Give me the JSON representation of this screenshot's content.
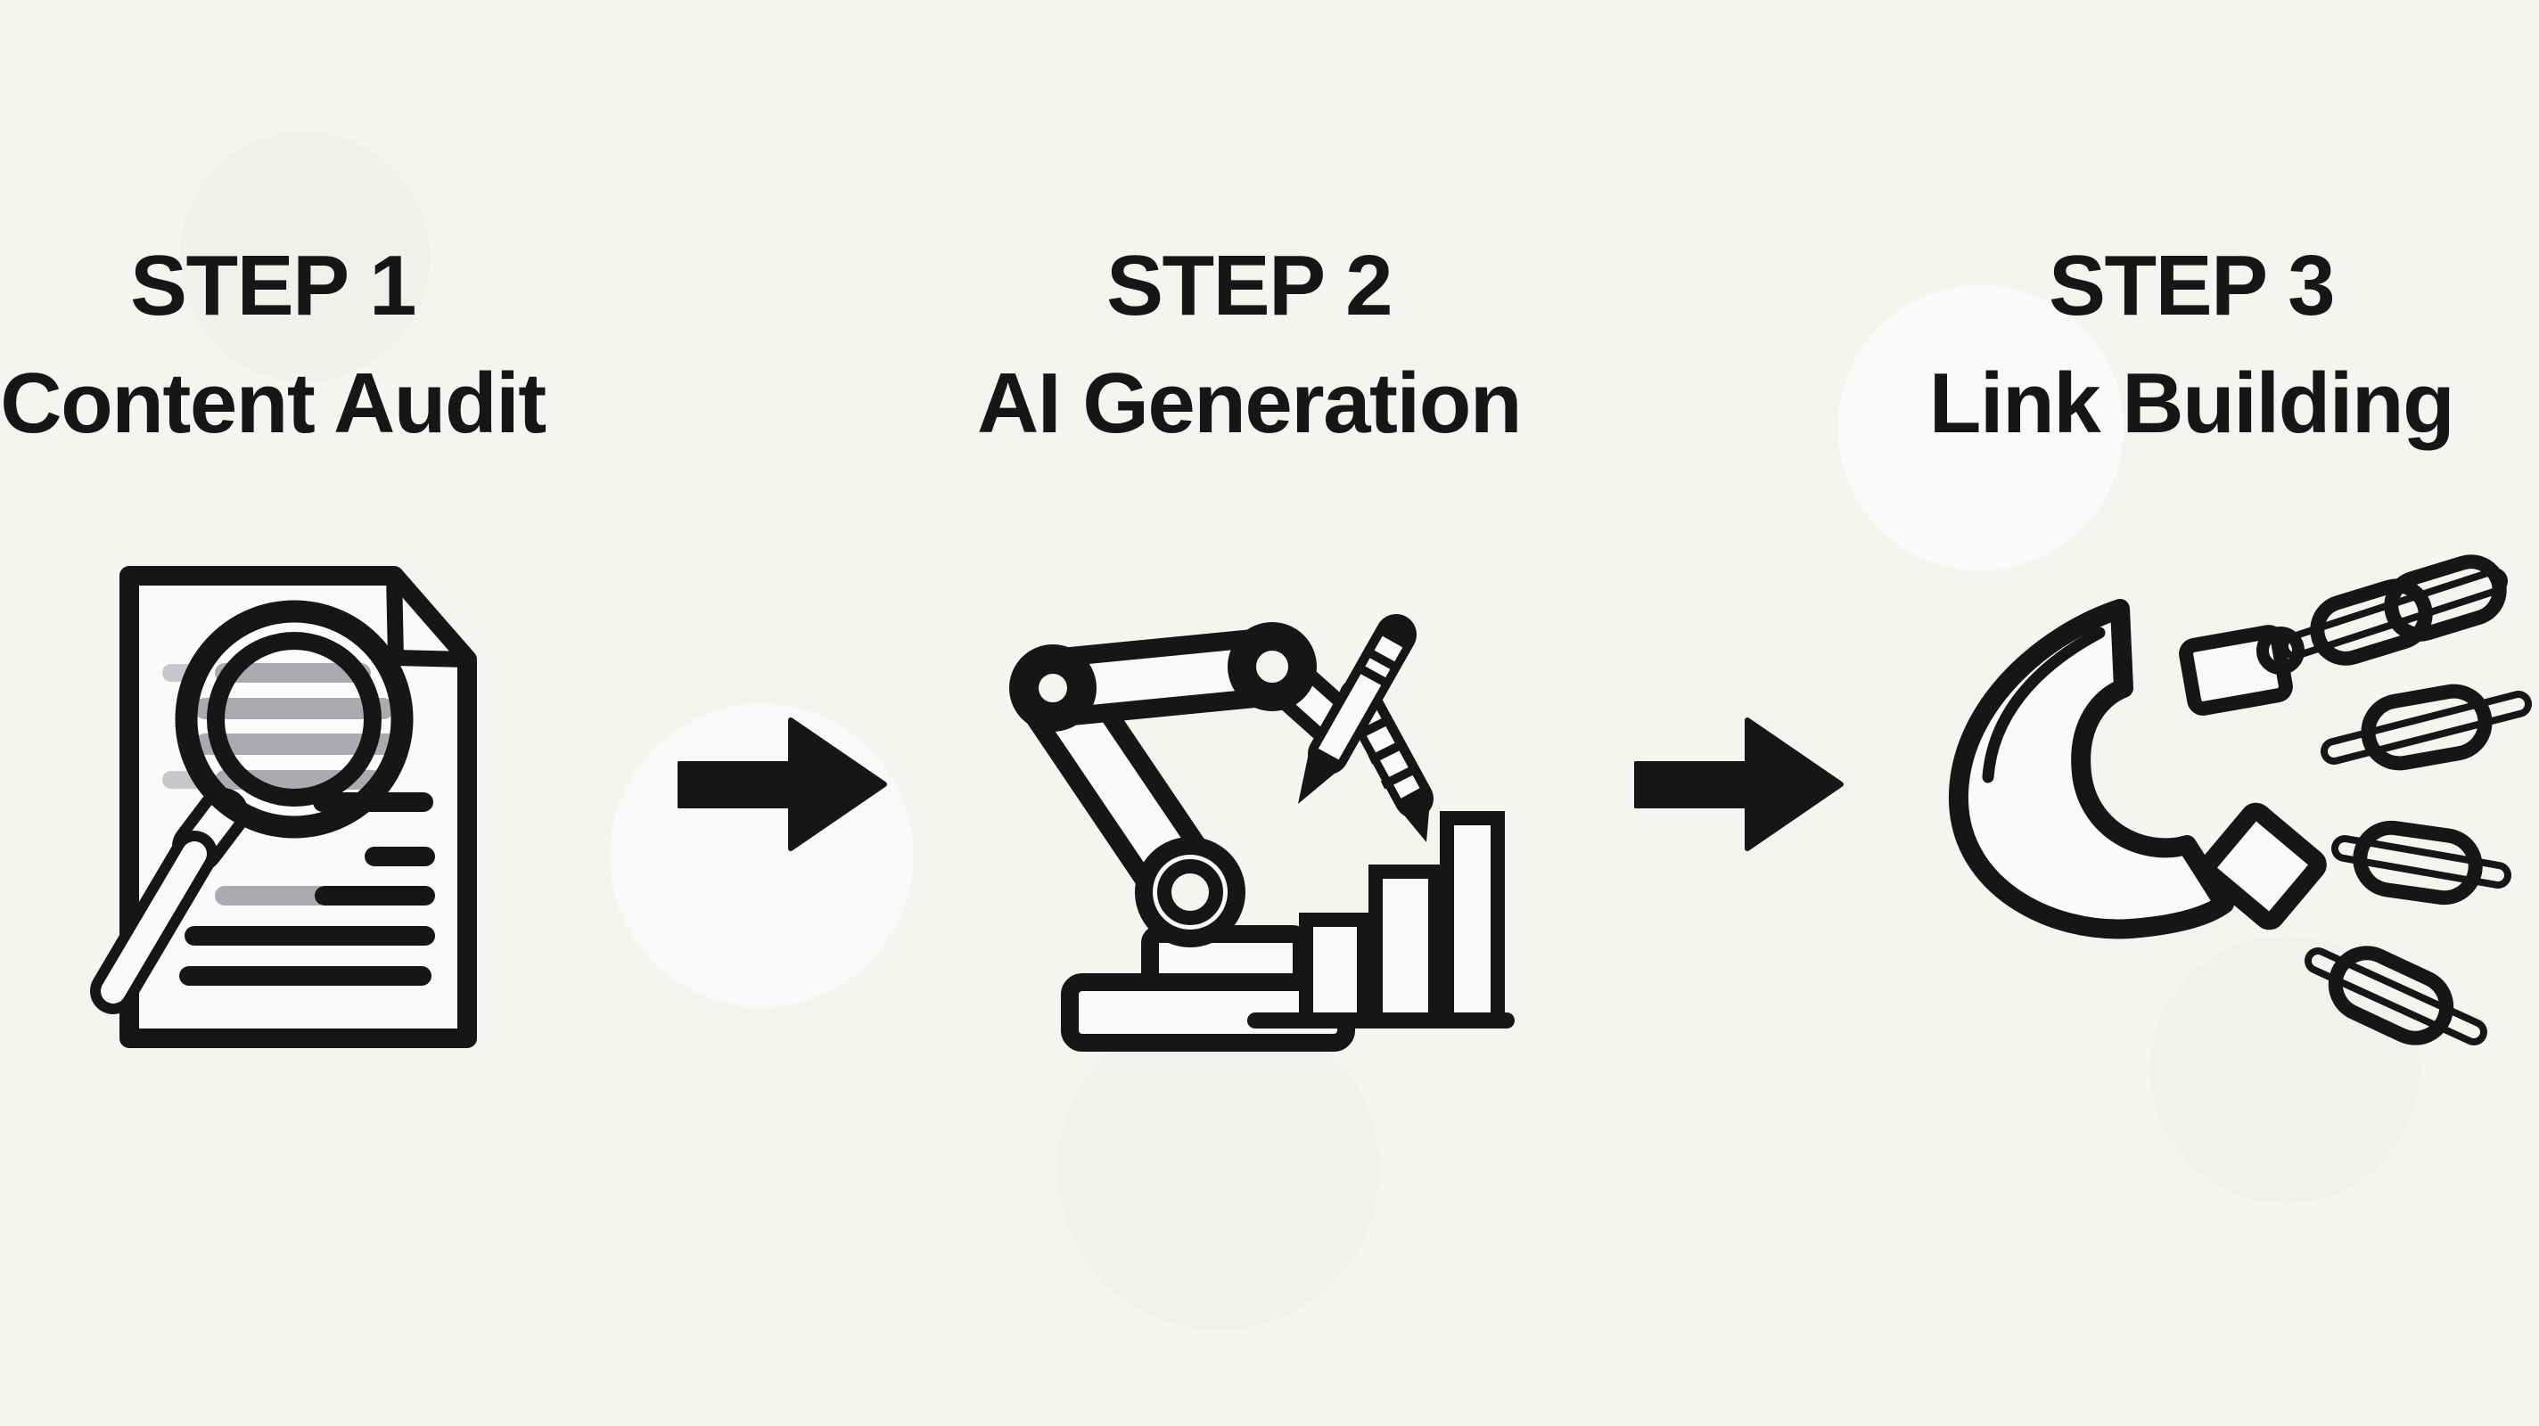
{
  "page": {
    "background_color": "#f5f4f1",
    "ink_color": "#161616",
    "paper_color": "#fbfaf8",
    "muted_line_color": "#a9abb0",
    "muted_stub_color": "#c6c7ca"
  },
  "diagram": {
    "kind": "three-step-process",
    "steps": [
      {
        "step_label": "STEP 1",
        "title": "Content Audit",
        "icon": "document-magnifier-icon"
      },
      {
        "step_label": "STEP 2",
        "title": "AI Generation",
        "icon": "robot-arm-pencil-chart-icon"
      },
      {
        "step_label": "STEP 3",
        "title": "Link Building",
        "icon": "magnet-chain-links-icon"
      }
    ],
    "connectors": [
      {
        "icon": "arrow-right-icon",
        "direction": "right"
      },
      {
        "icon": "arrow-right-icon",
        "direction": "right"
      }
    ]
  }
}
